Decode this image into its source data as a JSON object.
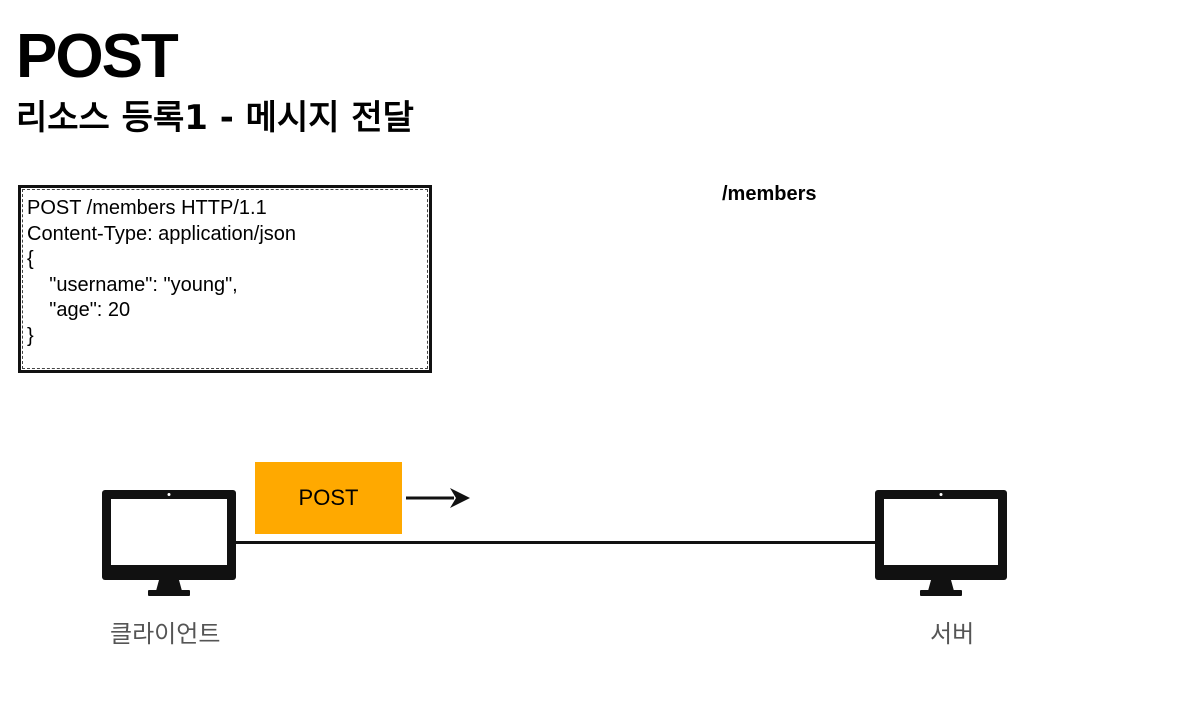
{
  "heading": {
    "title": "POST",
    "subtitle": "리소스 등록1 - 메시지 전달"
  },
  "request": {
    "lines": [
      "POST /members HTTP/1.1",
      "Content-Type: application/json",
      "",
      "{",
      "    \"username\": \"young\",",
      "    \"age\": 20",
      "}"
    ]
  },
  "resource_path": "/members",
  "message_tag": "POST",
  "client_label": "클라이언트",
  "server_label": "서버",
  "colors": {
    "post_tag": "#FFA900",
    "label_text": "#555555"
  },
  "icons": [
    "computer-monitor-icon",
    "arrow-right-icon"
  ]
}
